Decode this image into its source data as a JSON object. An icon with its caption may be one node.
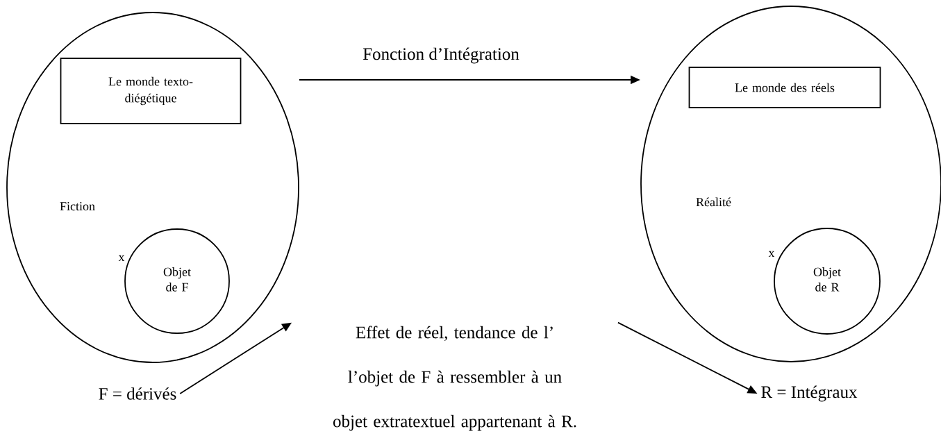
{
  "diagram": {
    "nodes": [
      {
        "text": [
          "Fiction"
        ]
      },
      {
        "text": [
          "Le monde texto-diégétique"
        ],
        "in": 0
      },
      {
        "text": [
          "Objet de F"
        ],
        "in": 0,
        "beside": [
          "x"
        ]
      },
      {
        "text": [
          "Réalité"
        ]
      },
      {
        "text": [
          "Le monde des réels"
        ],
        "in": 3
      },
      {
        "text": [
          "Objet de R"
        ],
        "in": 3,
        "beside": [
          "x"
        ]
      },
      {
        "text": [
          "F = dérivés"
        ]
      },
      {
        "text": [
          "Effet de réel, tendance de l’ l’objet de F à ressembler à un objet extratextuel appartenant à R."
        ]
      },
      {
        "text": [
          "R = Intégraux"
        ]
      }
    ],
    "edges": [
      {
        "from": 0,
        "to": 3,
        "arrow": "to",
        "label": "Fonction d’Intégration"
      },
      {
        "from": 6,
        "to": 7,
        "arrow": "to"
      },
      {
        "from": 7,
        "to": 8,
        "arrow": "to"
      }
    ]
  }
}
